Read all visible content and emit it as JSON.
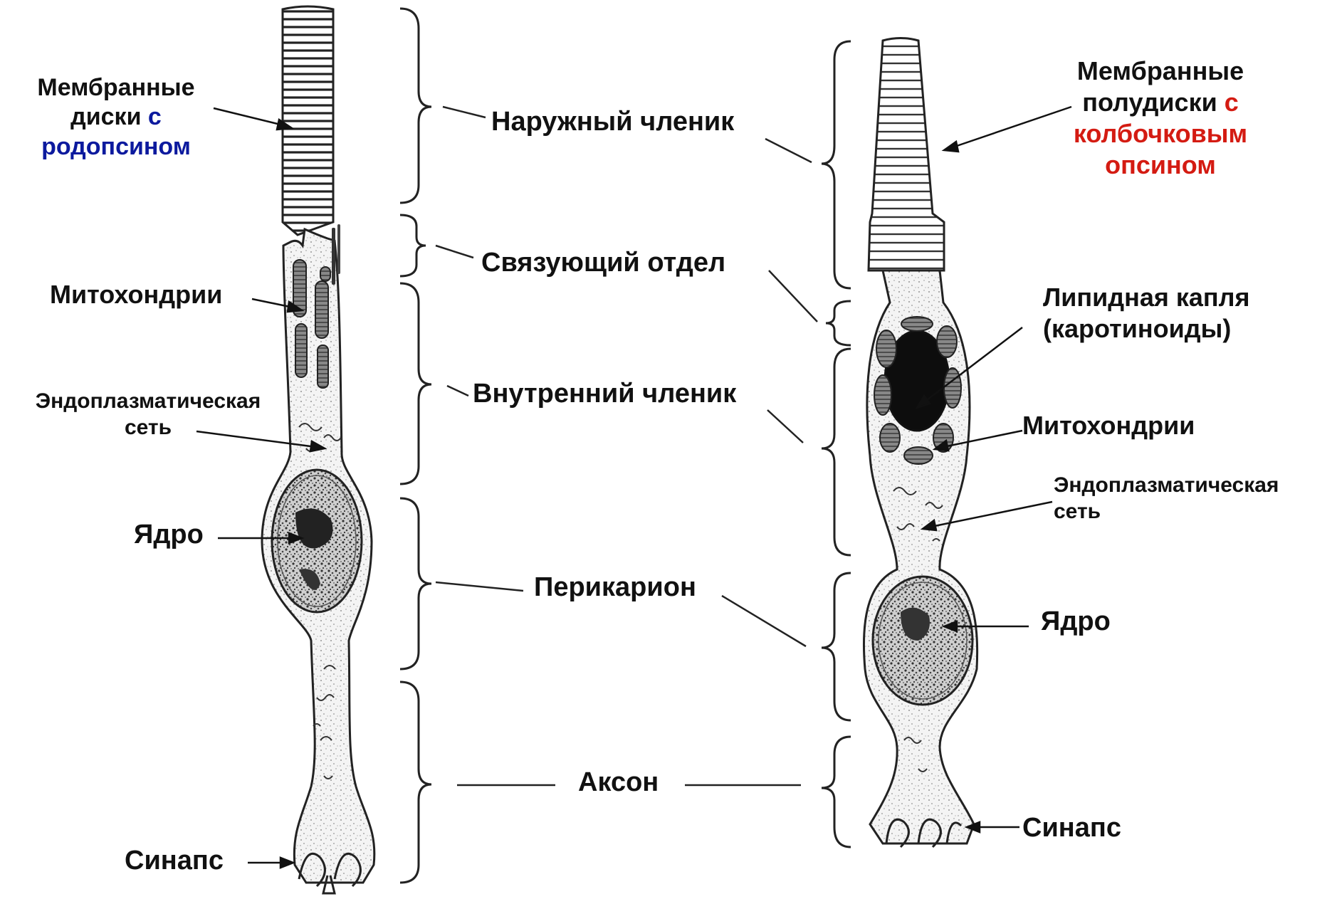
{
  "rod": {
    "discs_line1": "Мембранные",
    "discs_line2a": "диски",
    "discs_line2b": "с",
    "discs_line3": "родопсином",
    "mitochondria": "Митохондрии",
    "er_line1": "Эндоплазматическая",
    "er_line2": "сеть",
    "nucleus": "Ядро",
    "synapse": "Синапс"
  },
  "center": {
    "outer_segment": "Наружный членик",
    "connecting": "Связующий отдел",
    "inner_segment": "Внутренний членик",
    "perikaryon": "Перикарион",
    "axon": "Аксон"
  },
  "cone": {
    "discs_line1": "Мембранные",
    "discs_line2a": "полудиски",
    "discs_line2b": "с",
    "discs_line3": "колбочковым",
    "discs_line4": "опсином",
    "lipid_line1": "Липидная капля",
    "lipid_line2": "(каротиноиды)",
    "mitochondria": "Митохондрии",
    "er_line1": "Эндоплазматическая",
    "er_line2": "сеть",
    "nucleus": "Ядро",
    "synapse": "Синапс"
  },
  "colors": {
    "rodopsin": "#0c1a9e",
    "cone_opsin": "#d41b12",
    "ink": "#111111"
  }
}
